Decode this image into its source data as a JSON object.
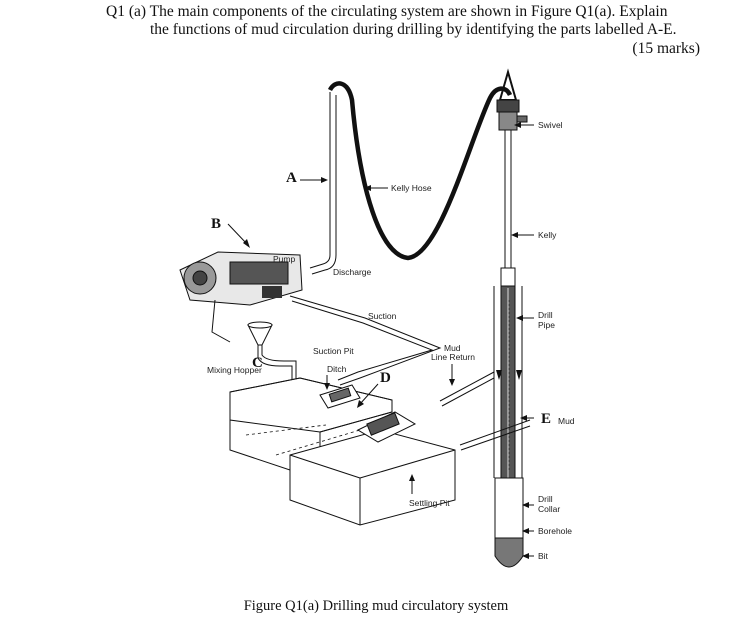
{
  "question": {
    "line1": "Q1 (a) The main components of the circulating system are shown in Figure Q1(a). Explain",
    "line2": "the functions of mud circulation during drilling by identifying the parts labelled A-E.",
    "marks": "(15 marks)"
  },
  "diagram": {
    "part_labels": {
      "a": "A",
      "b": "B",
      "c": "C",
      "d": "D",
      "e": "E"
    },
    "components": {
      "swivel": "Swivel",
      "kelly_hose": "Kelly Hose",
      "kelly": "Kelly",
      "pump": "Pump",
      "discharge": "Discharge",
      "suction": "Suction",
      "drill_pipe_1": "Drill",
      "drill_pipe_2": "Pipe",
      "suction_pit": "Suction Pit",
      "mud_return_1": "Mud",
      "mud_return_2": "Line Return",
      "ditch": "Ditch",
      "mixing_hopper": "Mixing Hopper",
      "mud": "Mud",
      "settling_pit": "Settling Pit",
      "drill_collar_1": "Drill",
      "drill_collar_2": "Collar",
      "borehole": "Borehole",
      "bit": "Bit"
    }
  },
  "caption": "Figure Q1(a) Drilling mud circulatory system"
}
